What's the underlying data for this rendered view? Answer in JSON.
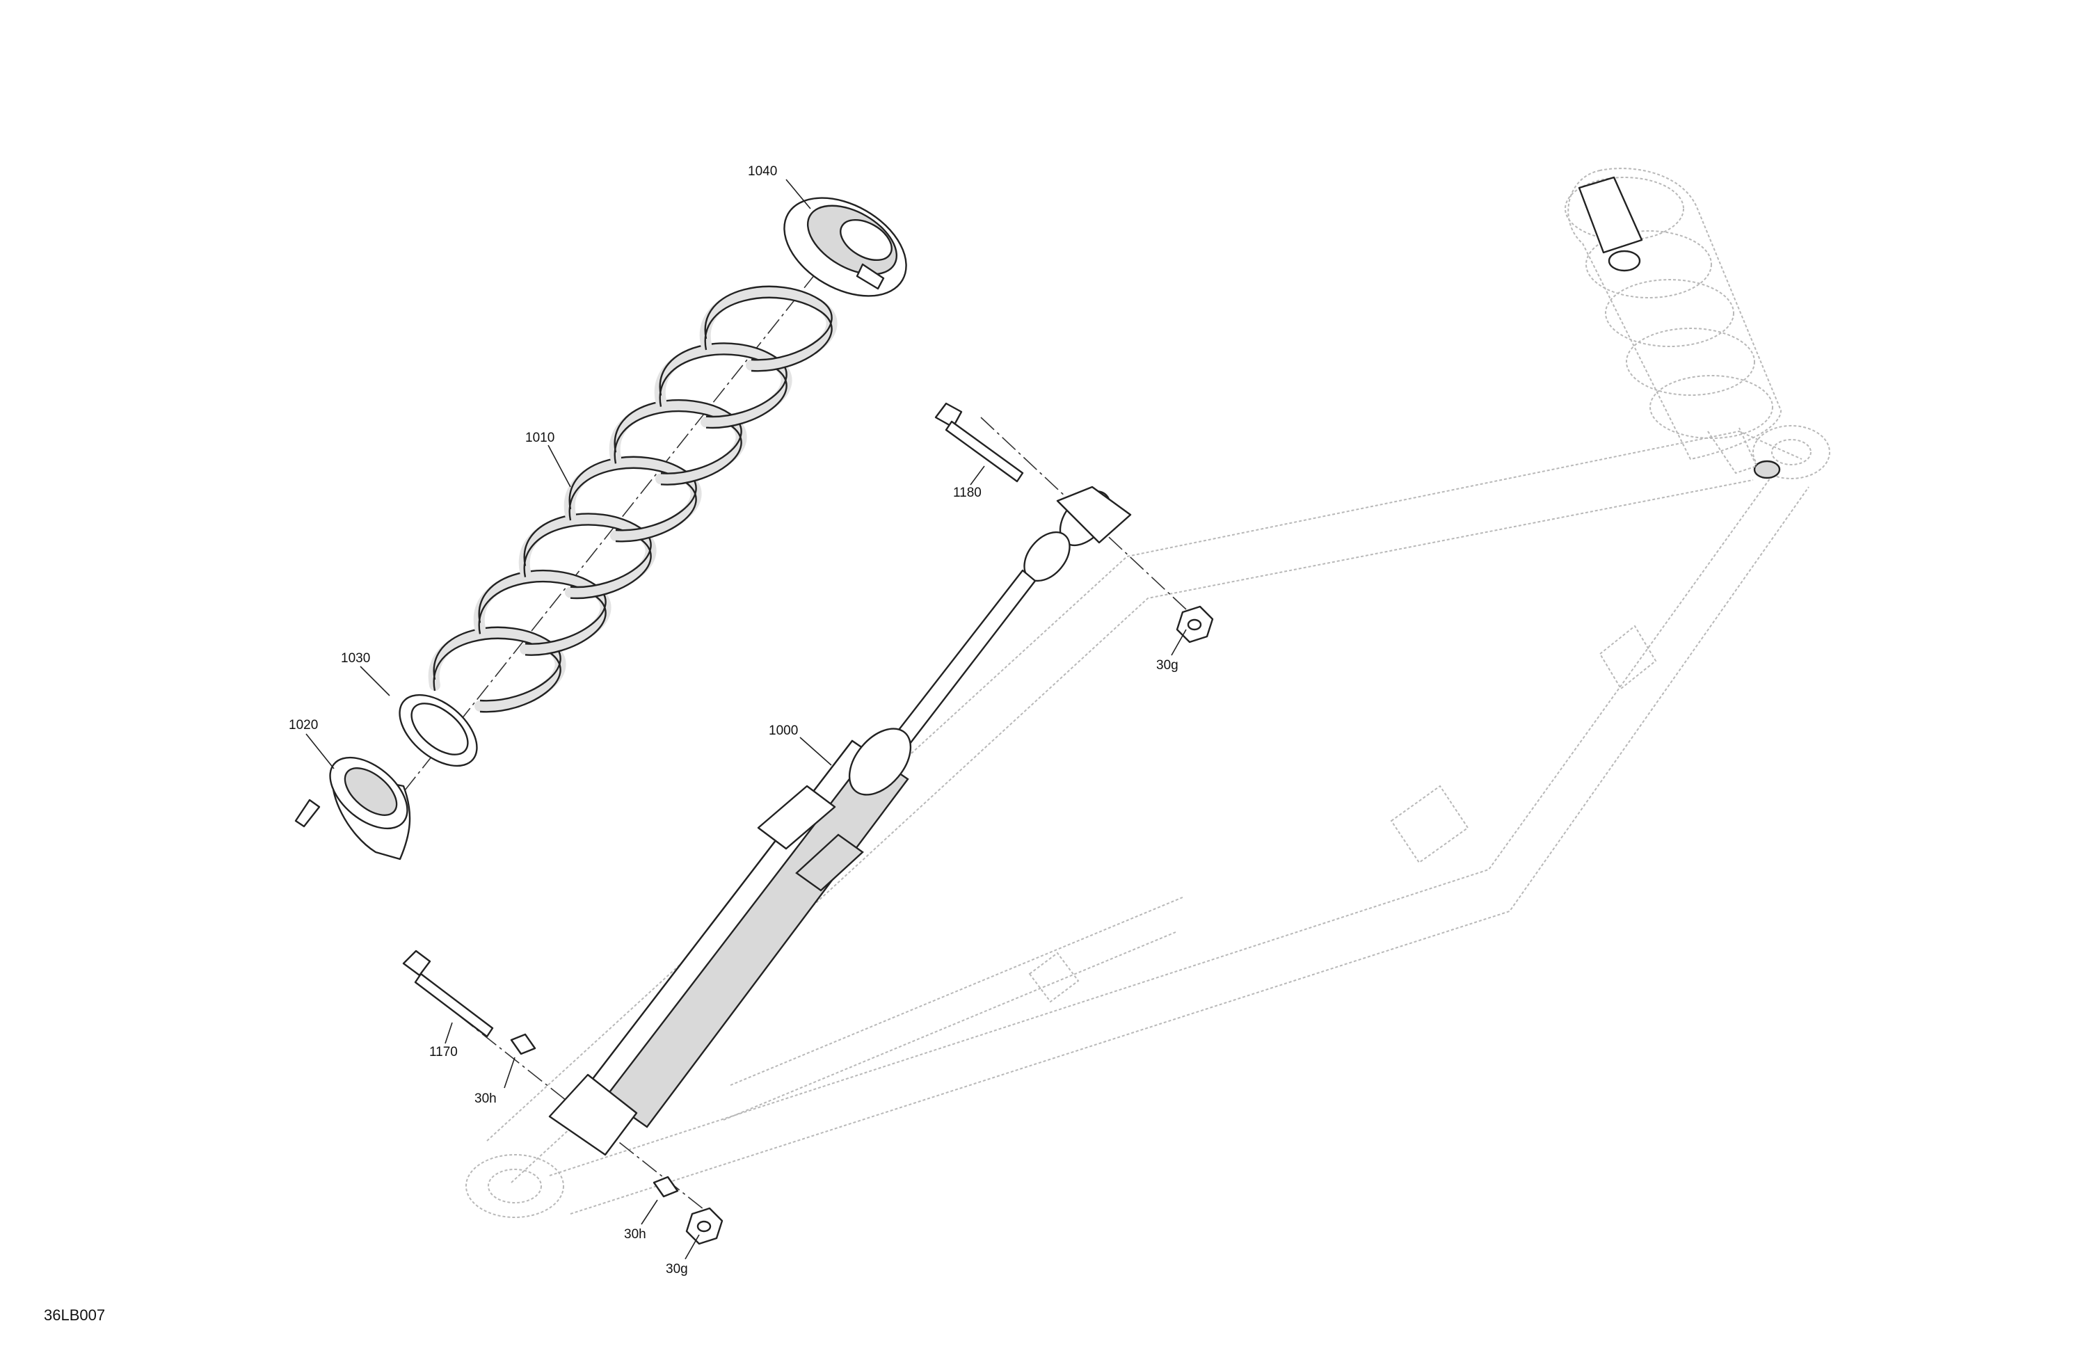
{
  "figure": {
    "id": "36LB007"
  },
  "callouts": [
    {
      "key": "c1040",
      "label": "1040"
    },
    {
      "key": "c1010",
      "label": "1010"
    },
    {
      "key": "c1030",
      "label": "1030"
    },
    {
      "key": "c1020",
      "label": "1020"
    },
    {
      "key": "c1000",
      "label": "1000"
    },
    {
      "key": "c1180",
      "label": "1180"
    },
    {
      "key": "c30g_top",
      "label": "30g"
    },
    {
      "key": "c1170",
      "label": "1170"
    },
    {
      "key": "c30h_left",
      "label": "30h"
    },
    {
      "key": "c30h_bottom",
      "label": "30h"
    },
    {
      "key": "c30g_bottom",
      "label": "30g"
    }
  ]
}
